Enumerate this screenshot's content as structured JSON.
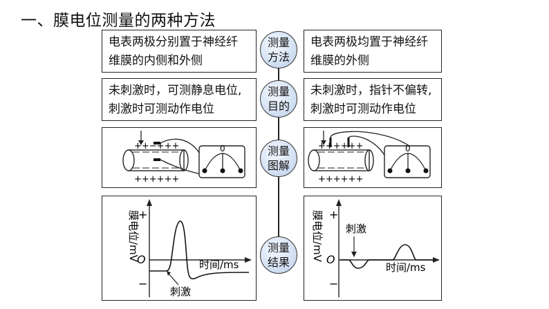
{
  "title": "一、膜电位测量的两种方法",
  "rows": [
    {
      "circle": [
        "测量",
        "方法"
      ],
      "left": [
        "电表两极分别置于神经纤",
        "维膜的内侧和外侧"
      ],
      "right": [
        "电表两极均置于神经纤",
        "维膜的外侧"
      ]
    },
    {
      "circle": [
        "测量",
        "目的"
      ],
      "left": [
        "未刺激时，可测静息电位,",
        "刺激时可测动作电位"
      ],
      "right": [
        "未刺激时，指针不偏转,",
        "刺激时可测动作电位"
      ]
    },
    {
      "circle": [
        "测量",
        "图解"
      ],
      "left_diagram": {
        "top_charges": "++−+++",
        "bottom_charges": "++++++",
        "meter_zero": "0"
      },
      "right_diagram": {
        "top_charges": "++++++",
        "bottom_charges": "++++++",
        "meter_zero": "0"
      }
    },
    {
      "circle": [
        "测量",
        "结果"
      ],
      "left_graph": {
        "ylabel": "膜电位/mV",
        "plus": "+",
        "minus": "−",
        "origin": "O",
        "xlabel": "时间/ms",
        "annotation": "刺激"
      },
      "right_graph": {
        "ylabel": "膜电位/mV",
        "plus": "+",
        "minus": "−",
        "origin": "O",
        "xlabel": "时间/ms",
        "annotation": "刺激"
      }
    }
  ]
}
